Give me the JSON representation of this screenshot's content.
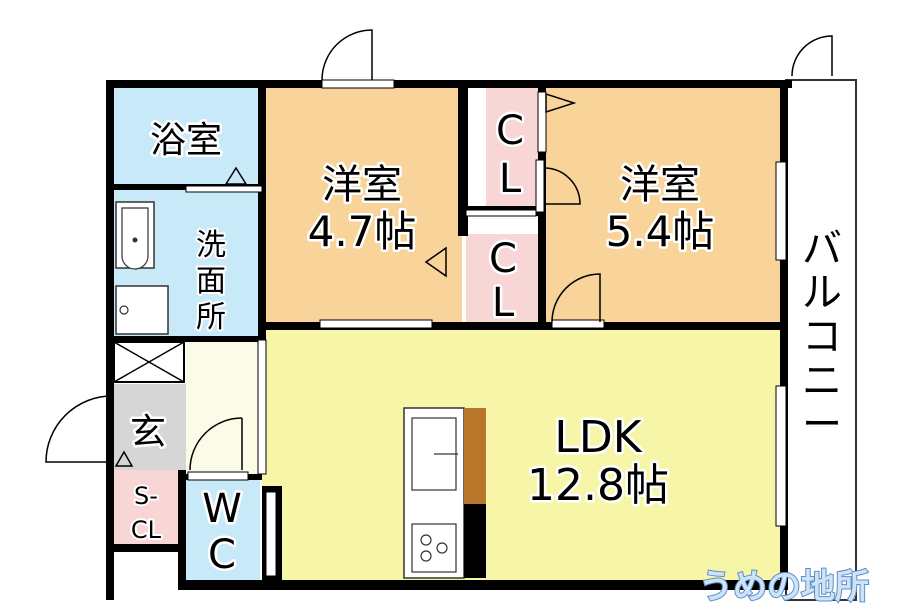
{
  "rooms": {
    "bath": {
      "label": "浴室"
    },
    "washroom": {
      "label": "洗面所",
      "chars": [
        "洗",
        "面",
        "所"
      ]
    },
    "western1": {
      "label": "洋室",
      "size": "4.7帖"
    },
    "western2": {
      "label": "洋室",
      "size": "5.4帖"
    },
    "closet_upper": {
      "letters": [
        "C",
        "L"
      ]
    },
    "closet_lower": {
      "letters": [
        "C",
        "L"
      ]
    },
    "ldk": {
      "label": "LDK",
      "size": "12.8帖"
    },
    "entrance": {
      "label": "玄"
    },
    "shoe_closet": {
      "line1": "S-",
      "line2": "CL"
    },
    "toilet": {
      "letters": [
        "W",
        "C"
      ]
    },
    "balcony": {
      "label": "バルコニー",
      "chars": [
        "バ",
        "ル",
        "コ",
        "ニ",
        "ー"
      ]
    }
  },
  "watermark": {
    "text": "うめの地所"
  },
  "colors": {
    "wall": "#000000",
    "bath": "#c8eaf8",
    "western": "#f8d39a",
    "closet": "#f9d6d6",
    "ldk": "#f7f5a8",
    "entrance": "#d6d6d6",
    "hall": "#fbfbe8",
    "balcony": "#ffffff"
  }
}
